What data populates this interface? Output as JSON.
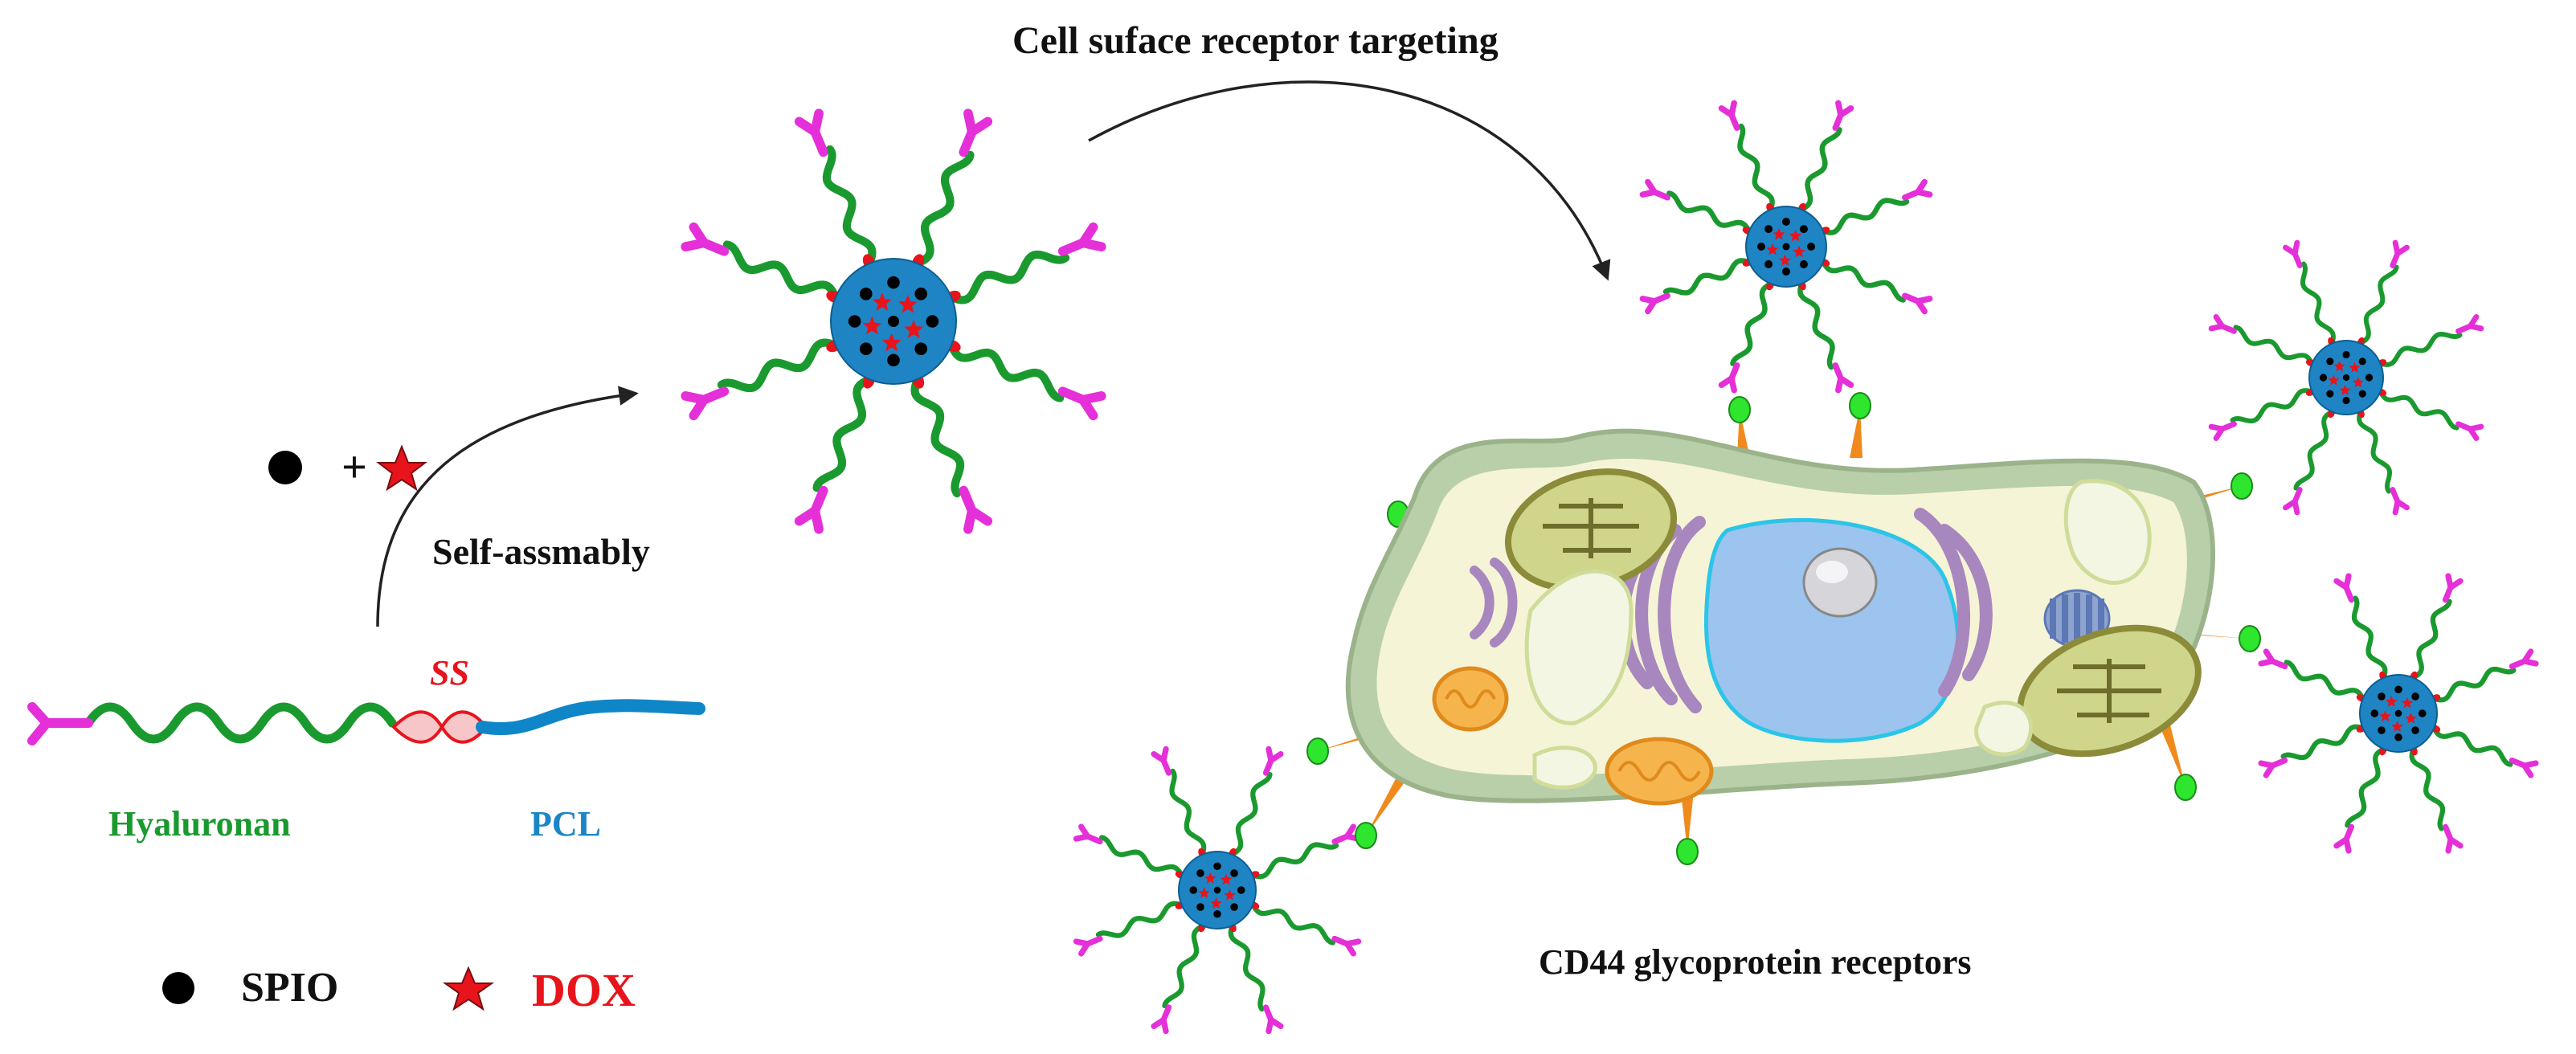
{
  "labels": {
    "title_arrow": "Cell suface receptor targeting",
    "self_assembly": "Self-assmably",
    "ss": "SS",
    "hyaluronan": "Hyaluronan",
    "pcl": "PCL",
    "receptors": "CD44 glycoprotein receptors",
    "plus": "+"
  },
  "legend": {
    "spio": "SPIO",
    "dox": "DOX"
  },
  "colors": {
    "hyaluronan": "#1a9a2e",
    "pcl": "#0f86c7",
    "core": "#1f84c4",
    "linker": "#e8141c",
    "ligand": "#e52fd8",
    "receptor_tip": "#2ee62e",
    "receptor_stem": "#f08a1c",
    "dox": "#e8141c",
    "spio": "#000000",
    "membrane": "#b9cfaa",
    "cytoplasm": "#f6f4d6",
    "nucleus": "#9cc4ee",
    "golgi": "#a887be",
    "mito_orange": "#f09a2c",
    "chloroplast": "#8b8b3a",
    "pcl_label": "#1a86c6",
    "dox_label": "#e8141c"
  }
}
